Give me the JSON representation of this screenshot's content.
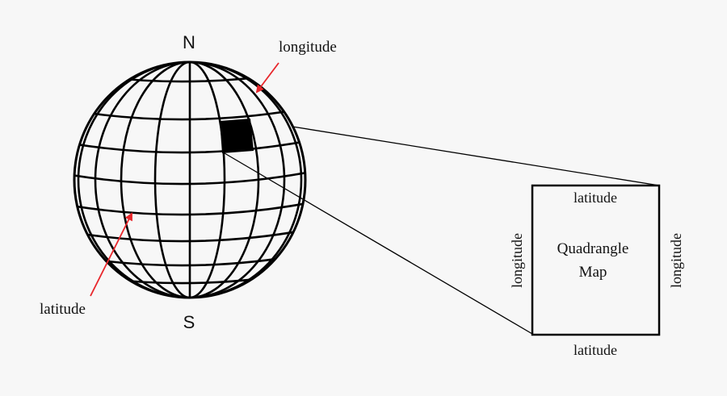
{
  "labels": {
    "north": "N",
    "south": "S",
    "longitude_callout": "longitude",
    "latitude_callout": "latitude",
    "box_top": "latitude",
    "box_bottom": "latitude",
    "box_left": "longitude",
    "box_right": "longitude",
    "box_title_line1": "Quadrangle",
    "box_title_line2": "Map"
  },
  "colors": {
    "background": "#f7f7f7",
    "lines": "#000000",
    "arrows": "#e8262b"
  }
}
